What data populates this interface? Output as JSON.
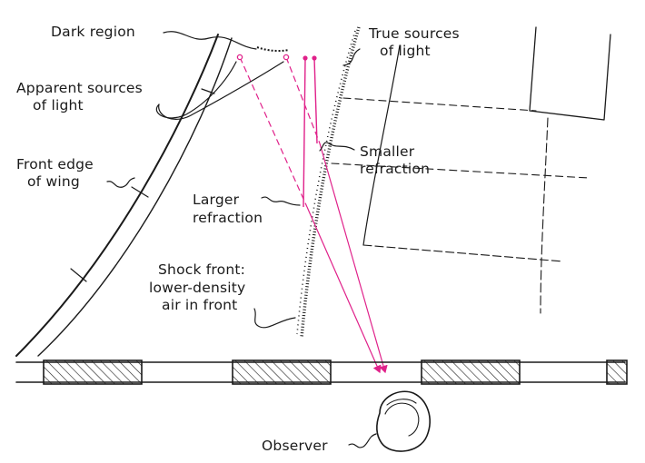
{
  "labels": {
    "dark_region": "Dark region",
    "true_sources": [
      "True sources",
      "of light"
    ],
    "apparent_sources": [
      "Apparent sources",
      "of light"
    ],
    "front_edge": [
      "Front edge",
      "of wing"
    ],
    "smaller_refraction": [
      "Smaller",
      "refraction"
    ],
    "larger_refraction": [
      "Larger",
      "refraction"
    ],
    "shock_front": [
      "Shock front:",
      "lower-density",
      "air in front"
    ],
    "observer": "Observer"
  },
  "colors": {
    "ink": "#1a1a1a",
    "light_ray": "#e0218a"
  }
}
